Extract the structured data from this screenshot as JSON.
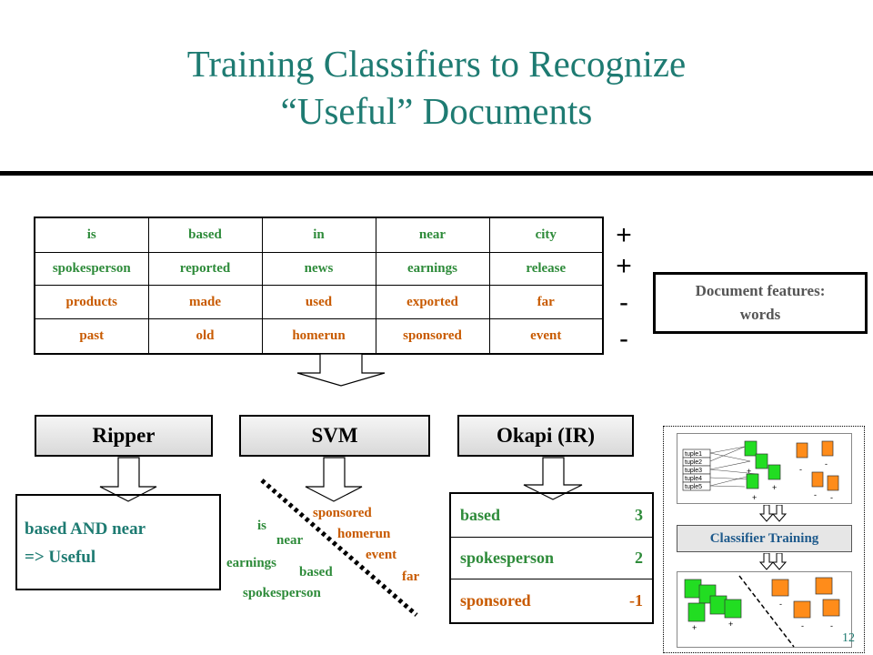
{
  "title": {
    "line1": "Training Classifiers to Recognize",
    "line2": "“Useful” Documents"
  },
  "colors": {
    "teal": "#1e7b72",
    "green": "#2e8b3a",
    "orange": "#c85a00",
    "positive_row": "#2e8b3a",
    "negative_row": "#c85a00",
    "doc_green": "#22dd22",
    "doc_orange": "#ff8c1a"
  },
  "feature_table": {
    "rows": [
      {
        "label": "+",
        "kind": "positive",
        "words": [
          "is",
          "based",
          "in",
          "near",
          "city"
        ]
      },
      {
        "label": "+",
        "kind": "positive",
        "words": [
          "spokesperson",
          "reported",
          "news",
          "earnings",
          "release"
        ]
      },
      {
        "label": "-",
        "kind": "negative",
        "words": [
          "products",
          "made",
          "used",
          "exported",
          "far"
        ]
      },
      {
        "label": "-",
        "kind": "negative",
        "words": [
          "past",
          "old",
          "homerun",
          "sponsored",
          "event"
        ]
      }
    ]
  },
  "features_note": {
    "line1": "Document features:",
    "line2": "words"
  },
  "methods": {
    "ripper": {
      "label": "Ripper",
      "rule_line1": "based AND near",
      "rule_line2": "=> Useful"
    },
    "svm": {
      "label": "SVM",
      "green_words": [
        "is",
        "near",
        "earnings",
        "based",
        "spokesperson"
      ],
      "orange_words": [
        "sponsored",
        "homerun",
        "event",
        "far"
      ]
    },
    "okapi": {
      "label": "Okapi (IR)",
      "rows": [
        {
          "term": "based",
          "value": "3",
          "kind": "positive"
        },
        {
          "term": "spokesperson",
          "value": "2",
          "kind": "positive"
        },
        {
          "term": "sponsored",
          "value": "-1",
          "kind": "negative"
        }
      ]
    }
  },
  "classifier_training": {
    "label": "Classifier Training",
    "tuples": [
      "tuple1",
      "tuple2",
      "tuple3",
      "tuple4",
      "tuple5"
    ],
    "pos_sign": "+",
    "neg_sign": "-"
  },
  "slide_number": "12"
}
